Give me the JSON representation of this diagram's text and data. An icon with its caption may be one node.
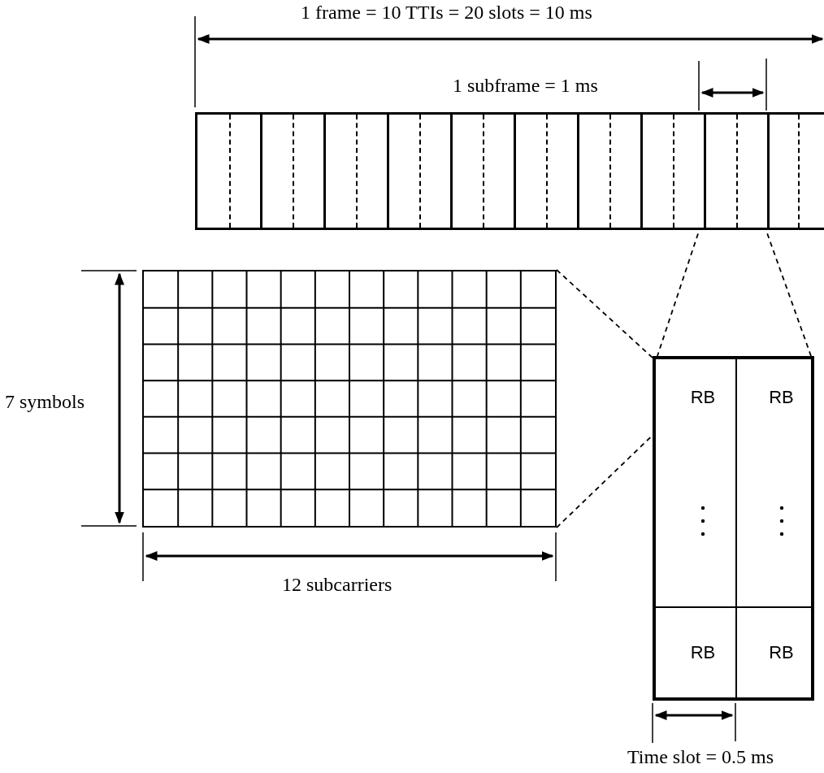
{
  "diagram": {
    "nodes": [
      {
        "text": [],
        "shape": "box"
      },
      {
        "text": [],
        "shape": "box",
        "in": 0
      },
      {
        "text": [],
        "shape": "box",
        "in": 0
      },
      {
        "text": [],
        "shape": "box",
        "in": 0
      },
      {
        "text": [],
        "shape": "box",
        "in": 0
      },
      {
        "text": [],
        "shape": "box",
        "in": 0
      },
      {
        "text": [],
        "shape": "box",
        "in": 0
      },
      {
        "text": [],
        "shape": "box",
        "in": 0
      },
      {
        "text": [],
        "shape": "box",
        "in": 0
      },
      {
        "text": [],
        "shape": "box",
        "in": 0
      },
      {
        "text": [],
        "shape": "box",
        "in": 0
      },
      {
        "text": [],
        "shape": "box"
      },
      {
        "text": [],
        "shape": "box"
      },
      {
        "text": [
          "RB"
        ],
        "in": 12
      },
      {
        "text": [
          "RB"
        ],
        "in": 12
      },
      {
        "text": [],
        "shape": "box",
        "in": 12
      },
      {
        "text": [],
        "shape": "box",
        "in": 12
      },
      {
        "text": [
          "RB"
        ],
        "in": 12
      },
      {
        "text": [
          "RB"
        ],
        "in": 12
      }
    ],
    "edges": [
      {
        "from": 9,
        "to": 12,
        "arrow": "none",
        "style": "dashed"
      },
      {
        "from": 9,
        "to": 12,
        "arrow": "none",
        "style": "dashed"
      },
      {
        "from": 11,
        "to": 12,
        "arrow": "none",
        "style": "dashed"
      },
      {
        "from": 11,
        "to": 12,
        "arrow": "none",
        "style": "dashed"
      }
    ],
    "labels": [
      "1 frame = 10 TTIs = 20 slots = 10 ms",
      "1 subframe = 1 ms",
      "7 symbols",
      "12 subcarriers",
      "Time slot = 0.5 ms"
    ]
  }
}
